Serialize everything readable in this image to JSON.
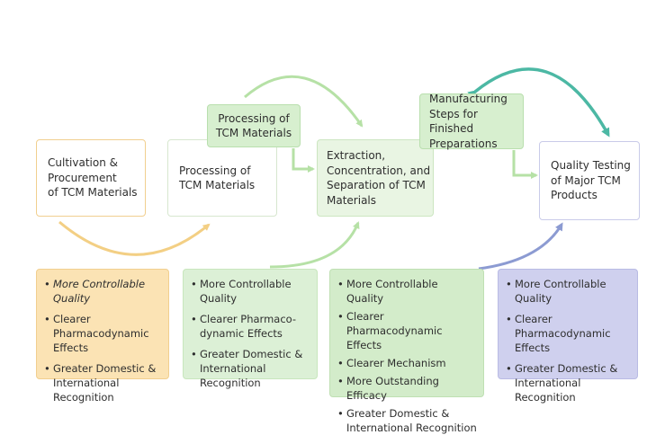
{
  "steps": {
    "s1": "Cultivation &\nProcurement\nof TCM Materials",
    "s2": "Processing of\nTCM Materials",
    "s2b": "Processing of\nTCM Materials",
    "s3": "Extraction,\nConcentration, and\nSeparation of TCM\nMaterials",
    "s4": "Manufacturing\nSteps for Finished\nPreparations",
    "s5": "Quality Testing\nof Major TCM\nProducts"
  },
  "panels": {
    "p1": [
      "More Controllable Quality",
      "Clearer Pharmacodynamic Effects",
      "Greater Domestic & International Recognition"
    ],
    "p2": [
      "More Controllable Quality",
      "Clearer Pharmaco-dynamic Effects",
      "Greater Domestic & International Recognition"
    ],
    "p3": [
      "More Controllable Quality",
      "Clearer Pharmacodynamic Effects",
      "Clearer Mechanism",
      "More Outstanding Efficacy",
      "Greater Domestic & International Recognition"
    ],
    "p4": [
      "More Controllable Quality",
      "Clearer Pharmacodynamic Effects",
      "Greater Domestic & International Recognition"
    ]
  },
  "colors": {
    "orange_fill": "#fbe3b4",
    "orange_border": "#f1cf8f",
    "green_fill": "#dcf0d6",
    "green_border": "#b9dfae",
    "green_light_fill": "#e9f5e3",
    "lavender_fill": "#cfd0ee",
    "teal": "#4cb8a4",
    "blue_arrow": "#8c9bd2"
  }
}
